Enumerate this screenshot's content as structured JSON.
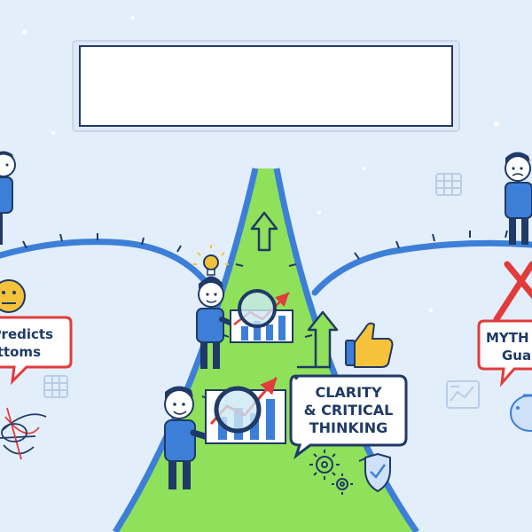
{
  "title_banner": {
    "text": ""
  },
  "left_bubble": {
    "line1": "Predicts",
    "line2": "ottoms"
  },
  "center_bubble": {
    "line1": "CLARITY",
    "line2": "& CRITICAL",
    "line3": "THINKING"
  },
  "right_bubble": {
    "line1": "MYTH",
    "line2": "Guar"
  },
  "colors": {
    "background": "#e3eefb",
    "road_green": "#8fe05a",
    "road_blue": "#3d7fd8",
    "navy": "#1f3a66",
    "accent_red": "#e23b3b",
    "accent_yellow": "#f5c23a"
  }
}
